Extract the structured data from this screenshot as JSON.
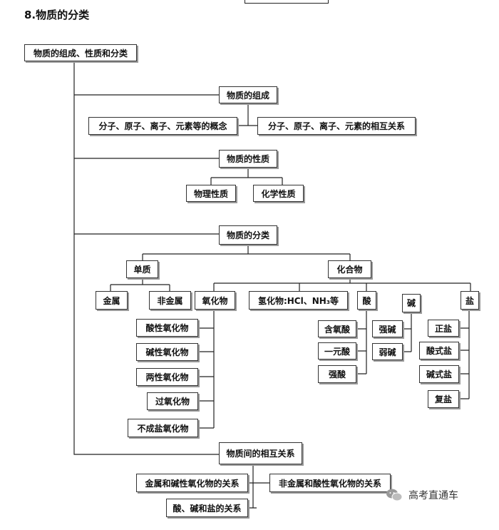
{
  "heading": "8.物质的分类",
  "nodes": {
    "root": "物质的组成、性质和分类",
    "composition": "物质的组成",
    "concepts": "分子、原子、离子、元素等的概念",
    "relations": "分子、原子、离子、元素的相互关系",
    "properties": "物质的性质",
    "physical": "物理性质",
    "chemical": "化学性质",
    "classification": "物质的分类",
    "element": "单质",
    "compound": "化合物",
    "metal": "金属",
    "nonmetal": "非金属",
    "oxide": "氧化物",
    "hydride": "氢化物:HCl、NH₃等",
    "acid": "酸",
    "base": "碱",
    "salt": "盐",
    "acidic_oxide": "酸性氧化物",
    "basic_oxide": "碱性氧化物",
    "amphoteric_oxide": "两性氧化物",
    "peroxide": "过氧化物",
    "non_salt_oxide": "不成盐氧化物",
    "oxyacid": "含氧酸",
    "monoprotic": "一元酸",
    "strong_acid": "强酸",
    "strong_base": "强碱",
    "weak_base": "弱碱",
    "normal_salt": "正盐",
    "acid_salt": "酸式盐",
    "basic_salt": "碱式盐",
    "double_salt": "复盐",
    "interrelation": "物质间的相互关系",
    "metal_basic_oxide": "金属和碱性氧化物的关系",
    "nonmetal_acidic_oxide": "非金属和酸性氧化物的关系",
    "acid_base_salt": "酸、碱和盐的关系"
  },
  "watermark": "高考直通车"
}
